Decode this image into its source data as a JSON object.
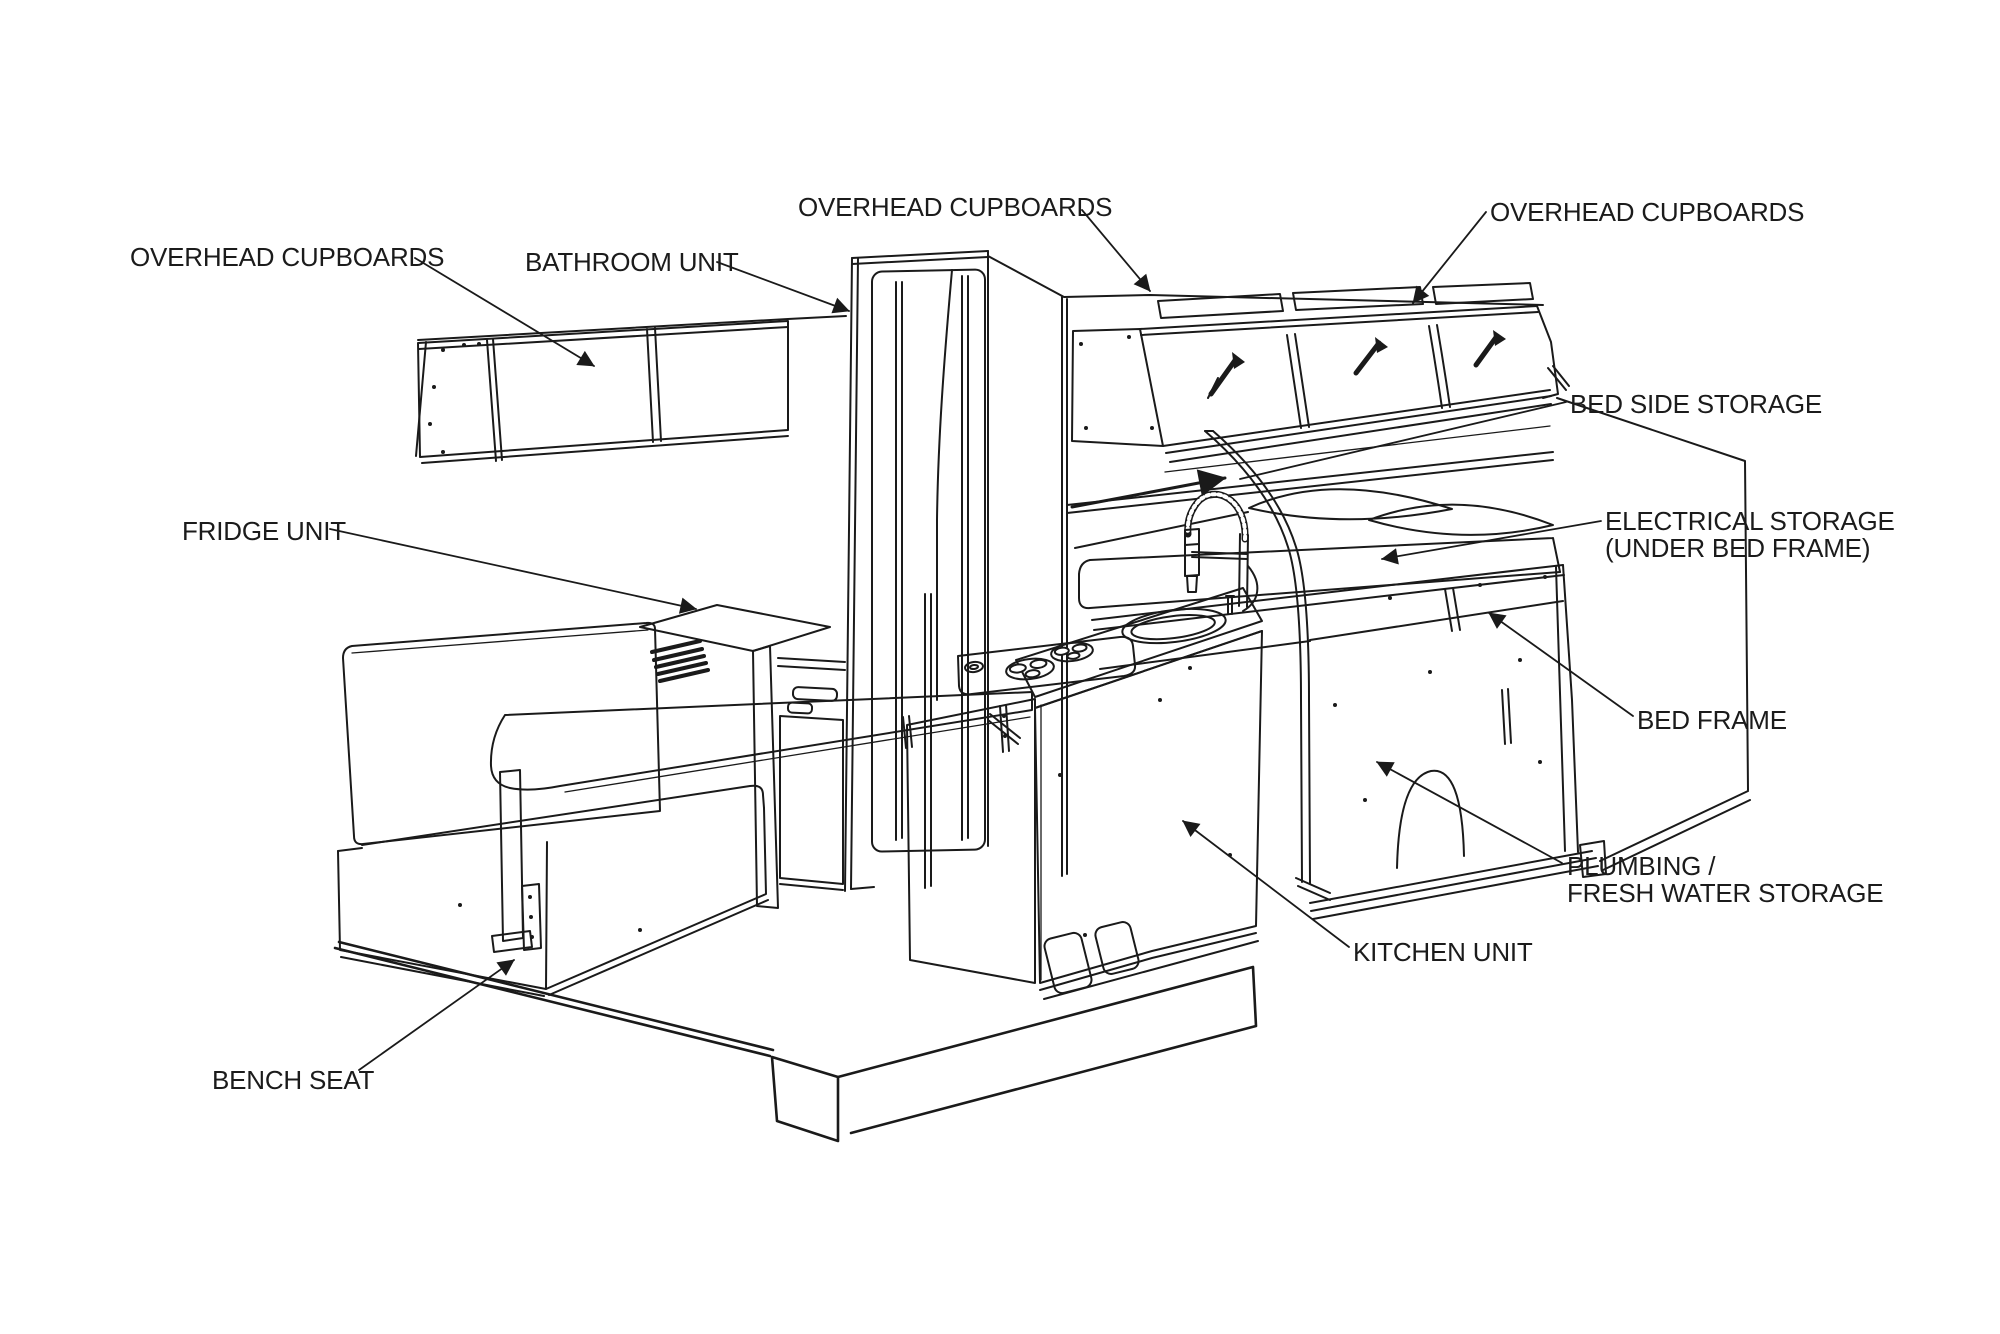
{
  "diagram": {
    "type": "technical-line-drawing",
    "subject": "campervan interior conversion exploded view",
    "background_color": "#ffffff",
    "line_color": "#1a1a1a",
    "labels": {
      "overhead_cupboards_left": "OVERHEAD CUPBOARDS",
      "bathroom_unit": "BATHROOM UNIT",
      "overhead_cupboards_middle": "OVERHEAD CUPBOARDS",
      "overhead_cupboards_right": "OVERHEAD CUPBOARDS",
      "bed_side_storage": "BED SIDE STORAGE",
      "electrical_storage_line1": "ELECTRICAL STORAGE",
      "electrical_storage_line2": "(UNDER BED FRAME)",
      "fridge_unit": "FRIDGE UNIT",
      "bed_frame": "BED FRAME",
      "plumbing_line1": "PLUMBING /",
      "plumbing_line2": "FRESH WATER STORAGE",
      "kitchen_unit": "KITCHEN UNIT",
      "bench_seat": "BENCH SEAT"
    }
  }
}
